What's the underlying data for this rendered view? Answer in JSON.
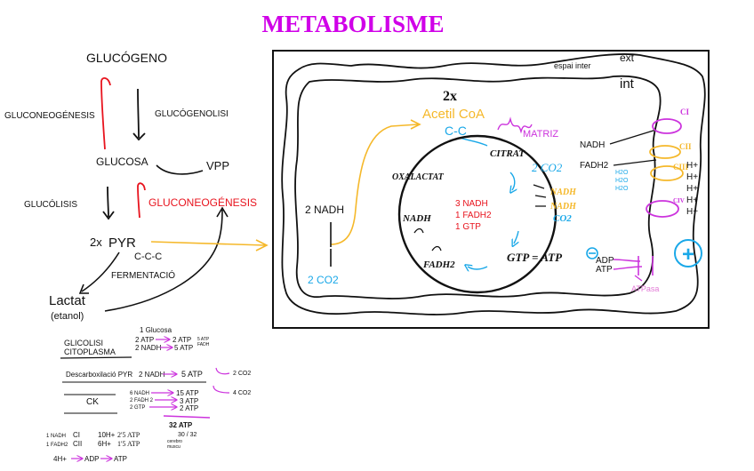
{
  "colors": {
    "title": "#d000e8",
    "red": "#e8141e",
    "blue": "#1aa8e8",
    "orange": "#f5b82a",
    "magenta": "#cc33dd",
    "black": "#111111",
    "rose": "#e27ad6"
  },
  "title": "METABOLISME",
  "left": {
    "glucogeno": "GLUCÓGENO",
    "gluconeogenesis_top": "GLUCONEOGÉNESIS",
    "glucogenolisi": "GLUCÓGENOLISI",
    "glucosa": "GLUCOSA",
    "vpp": "VPP",
    "glucolisis": "GLUCÓLISIS",
    "gluconeogenesis_red": "GLUCONEOGÉNESIS",
    "pyr_multiplier": "2x",
    "pyr": "PYR",
    "pyr_formula": "C-C-C",
    "fermentacio": "FERMENTACIÓ",
    "lactat": "Lactat",
    "etanol": "(etanol)"
  },
  "cell": {
    "ext": "ext",
    "espai_inter": "espai inter",
    "int": "int",
    "acetil_multiplier": "2x",
    "acetil": "Acetil CoA",
    "acetil_formula": "C-C",
    "matriz": "MATRIZ",
    "nadh_left": "2 NADH",
    "co2_left": "2 CO2",
    "citrat": "CITRAT",
    "co2_cycle": "2 CO2",
    "oxalactat": "OXALACTAT",
    "nadh_cycle_a": "NADH",
    "nadh_cycle_b": "NADH",
    "nadh_cycle_c": "NADH",
    "co2_cycle_b": "CO2",
    "fadh2_cycle": "FADH2",
    "gtp_atp": "GTP = ATP",
    "cycle_yield": [
      "3 NADH",
      "1 FADH2",
      "1 GTP"
    ],
    "nadh_right": "NADH",
    "fadh2_right": "FADH2",
    "h2o": [
      "H2O",
      "H2O",
      "H2O"
    ],
    "complex_labels": [
      "CI",
      "CII",
      "CIII",
      "CIV"
    ],
    "h_plus": [
      "H+",
      "H+",
      "H+",
      "H+",
      "H+"
    ],
    "adp": "ADP",
    "atp": "ATP",
    "atpasa": "ATPasa",
    "plus_sign": "+"
  },
  "notes": {
    "glucosa_1": "1 Glucosa",
    "glicolisi": [
      "GLICOLISI",
      "CITOPLASMA"
    ],
    "glic_atp": "2 ATP",
    "glic_atp_result": "2 ATP",
    "glic_nadh": "2 NADH",
    "glic_nadh_result": "5 ATP",
    "glic_side": [
      "5 ATP",
      "FADH"
    ],
    "descarbox": "Descarboxilació PYR",
    "descarbox_nadh": "2 NADH",
    "descarbox_result": "5 ATP",
    "descarbox_co2": "2 CO2",
    "ck": "CK",
    "ck_nadh": "6 NADH",
    "ck_nadh_result": "15 ATP",
    "ck_fadh": "2 FADH 2",
    "ck_fadh_result": "3 ATP",
    "ck_gtp": "2 GTP",
    "ck_gtp_result": "2 ATP",
    "ck_co2": "4 CO2",
    "total": "32 ATP",
    "ratio": "30 / 32",
    "ratio_note": [
      "cerebro",
      "muscu"
    ],
    "row1": [
      "1 NADH",
      "CI",
      "10H+",
      "2'5 ATP"
    ],
    "row2": [
      "1 FADH2",
      "CII",
      "6H+",
      "1'5 ATP"
    ],
    "row3": [
      "4H+",
      "ADP",
      "ATP"
    ]
  }
}
